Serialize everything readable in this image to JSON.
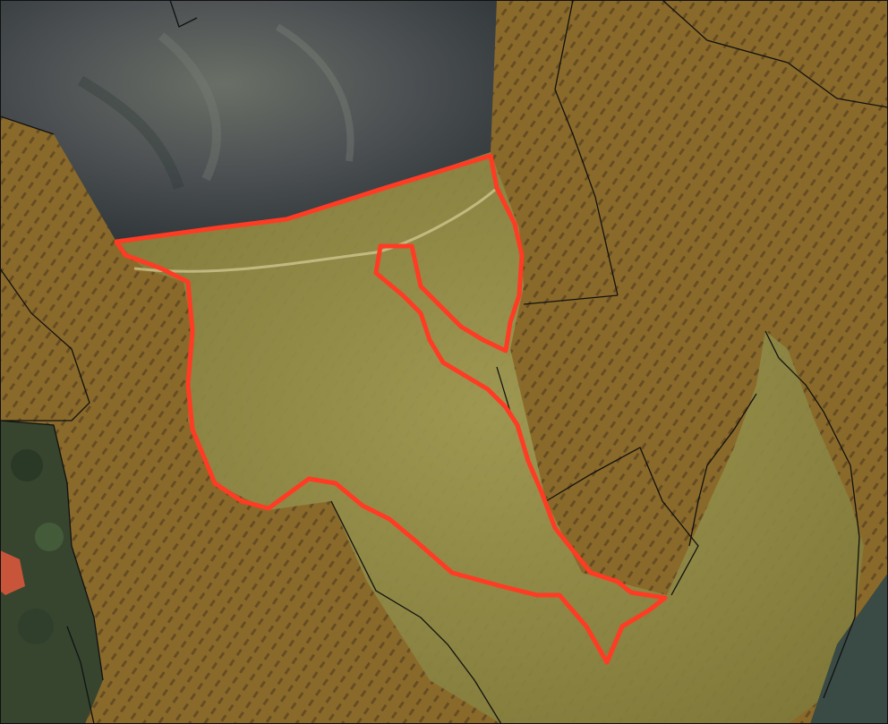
{
  "map": {
    "basemap": "aerial-satellite",
    "colors": {
      "hatch_fill": "#8a6a2a",
      "hatch_stroke": "#5a4320",
      "grass": "#8f8a45",
      "dark_rock": "#4b4f52",
      "woodland": "#37452f",
      "parcel_outline": "#111111",
      "selection_outline": "#ff3b24",
      "roof": "#c8553a",
      "track": "#d8cf9a"
    },
    "layers": [
      {
        "name": "hatched-parcels",
        "style": "diagonal-hatch"
      },
      {
        "name": "parcel-boundaries",
        "style": "thin-black-line"
      },
      {
        "name": "selected-area",
        "style": "thick-red-outline"
      }
    ]
  }
}
